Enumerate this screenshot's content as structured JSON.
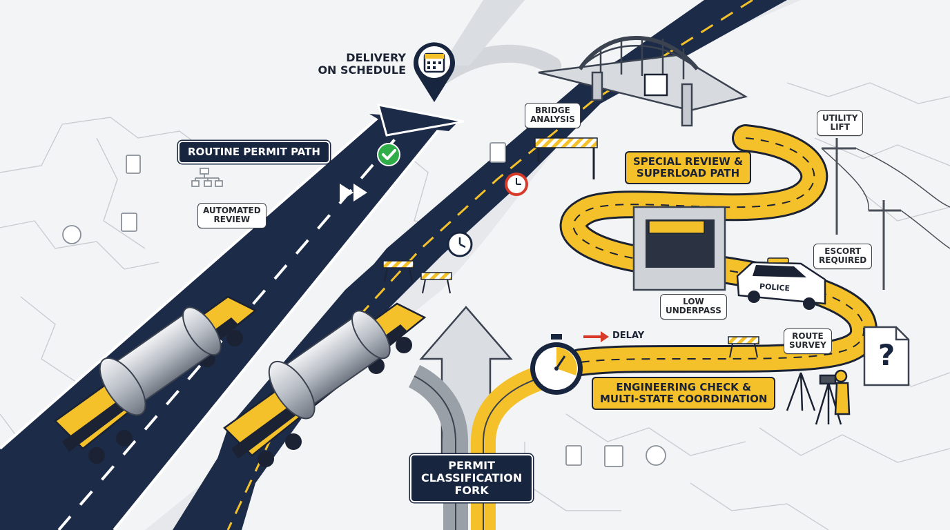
{
  "labels": {
    "delivery": [
      "DELIVERY",
      "ON SCHEDULE"
    ],
    "routine_path": "ROUTINE PERMIT PATH",
    "automated_review": [
      "AUTOMATED",
      "REVIEW"
    ],
    "bridge_analysis": [
      "BRIDGE",
      "ANALYSIS"
    ],
    "special_review": [
      "SPECIAL REVIEW &",
      "SUPERLOAD PATH"
    ],
    "utility_lift": [
      "UTILITY",
      "LIFT"
    ],
    "escort_required": [
      "ESCORT",
      "REQUIRED"
    ],
    "low_underpass": [
      "LOW",
      "UNDERPASS"
    ],
    "route_survey": [
      "ROUTE",
      "SURVEY"
    ],
    "delay": "DELAY",
    "engineering_check": [
      "ENGINEERING CHECK &",
      "MULTI-STATE COORDINATION"
    ],
    "permit_fork": [
      "PERMIT",
      "CLASSIFICATION",
      "FORK"
    ],
    "police": "POLICE",
    "question_mark": "?"
  },
  "icons": {
    "pin": "calendar-pin-icon",
    "check": "check-badge-icon",
    "fast_forward": "fast-forward-icon",
    "stopwatch": "stopwatch-icon",
    "clock": "clock-icon",
    "document": "question-document-icon"
  },
  "colors": {
    "navy": "#17253f",
    "yellow": "#f5c12a",
    "green": "#2fae4a",
    "red": "#d83a2a",
    "road_grey": "#b8bcc2",
    "background": "#f3f4f5"
  }
}
